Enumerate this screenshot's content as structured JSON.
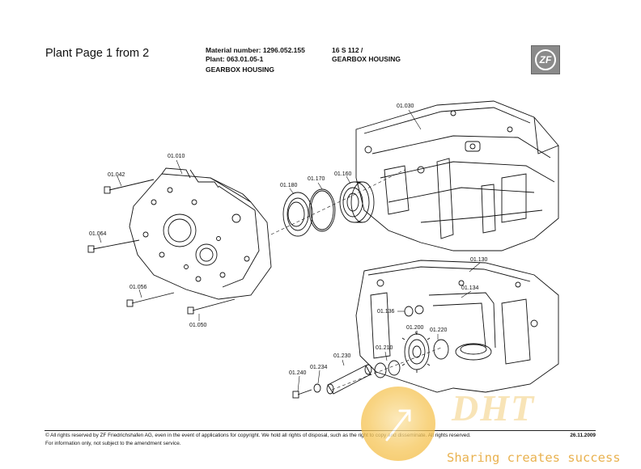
{
  "header": {
    "page_title": "Plant Page 1 from 2",
    "material_number": "Material number: 1296.052.155",
    "plant": "Plant: 063.01.05-1",
    "assembly_name": "GEARBOX HOUSING",
    "model": "16 S 112 /",
    "model_assembly": "GEARBOX HOUSING",
    "logo_text": "ZF"
  },
  "part_labels": {
    "p01030": "01.030",
    "p01010": "01.010",
    "p01042": "01.042",
    "p01170": "01.170",
    "p01160": "01.160",
    "p01180": "01.180",
    "p01064": "01.064",
    "p01056": "01.056",
    "p01050": "01.050",
    "p01130": "01.130",
    "p01134": "01.134",
    "p01136": "01.136",
    "p01200": "01.200",
    "p01220": "01.220",
    "p01210": "01.210",
    "p01230": "01.230",
    "p01234": "01.234",
    "p01240": "01.240"
  },
  "footer": {
    "copyright": "© All rights reserved by ZF Friedrichshafen AG, even in the event of applications for copyright. We hold all rights of disposal, such as the right to copy and disseminate. All rights reserved.",
    "note": "For information only, not subject to the amendment service.",
    "date": "26.11.2009"
  },
  "watermark": {
    "brand": "DHT",
    "slogan": "Sharing creates success"
  },
  "colors": {
    "ink": "#111111",
    "logo_bg": "#8a8a8a",
    "watermark": "#f3b433"
  }
}
